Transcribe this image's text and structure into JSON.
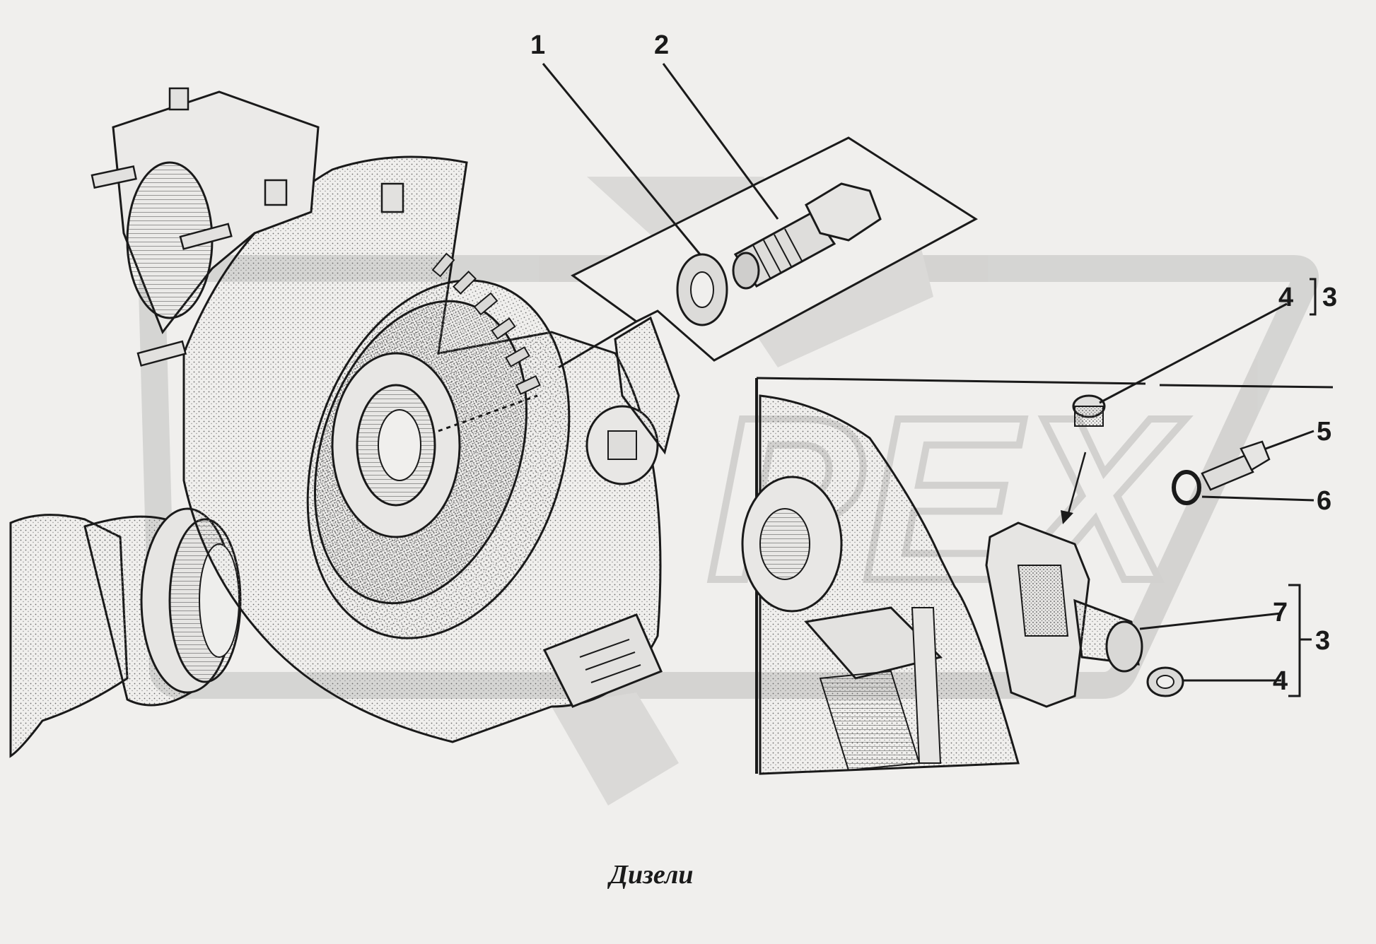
{
  "caption": "Дизели",
  "callouts": {
    "c1": "1",
    "c2": "2",
    "c4a": "4",
    "c3a": "3",
    "c5": "5",
    "c6": "6",
    "c7": "7",
    "c3b": "3",
    "c4b": "4"
  },
  "watermark": "PEX",
  "colors": {
    "background": "#f0efed",
    "watermark": "#d2d1cf",
    "line": "#1a1a1a",
    "stipple": "#8a8a8a"
  }
}
